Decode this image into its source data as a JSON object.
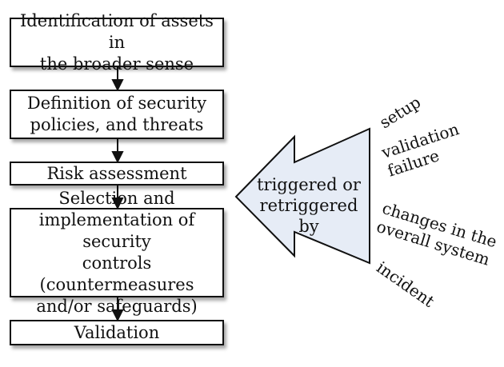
{
  "steps": [
    {
      "lines": [
        "Identification of assets in",
        "the broader sense"
      ]
    },
    {
      "lines": [
        "Definition of security",
        "policies, and threats"
      ]
    },
    {
      "lines": [
        "Risk assessment"
      ]
    },
    {
      "lines": [
        "Selection and",
        "implementation of security",
        "controls (countermeasures",
        "and/or safeguards)"
      ]
    },
    {
      "lines": [
        "Validation"
      ]
    }
  ],
  "trigger": {
    "lines": [
      "triggered or",
      "retriggered by"
    ]
  },
  "causes": [
    {
      "lines": [
        "setup"
      ]
    },
    {
      "lines": [
        "validation",
        "failure"
      ]
    },
    {
      "lines": [
        "changes in the",
        "overall system"
      ]
    },
    {
      "lines": [
        "incident"
      ]
    }
  ],
  "colors": {
    "arrow_fill": "#e6ecf6",
    "stroke": "#111111"
  }
}
